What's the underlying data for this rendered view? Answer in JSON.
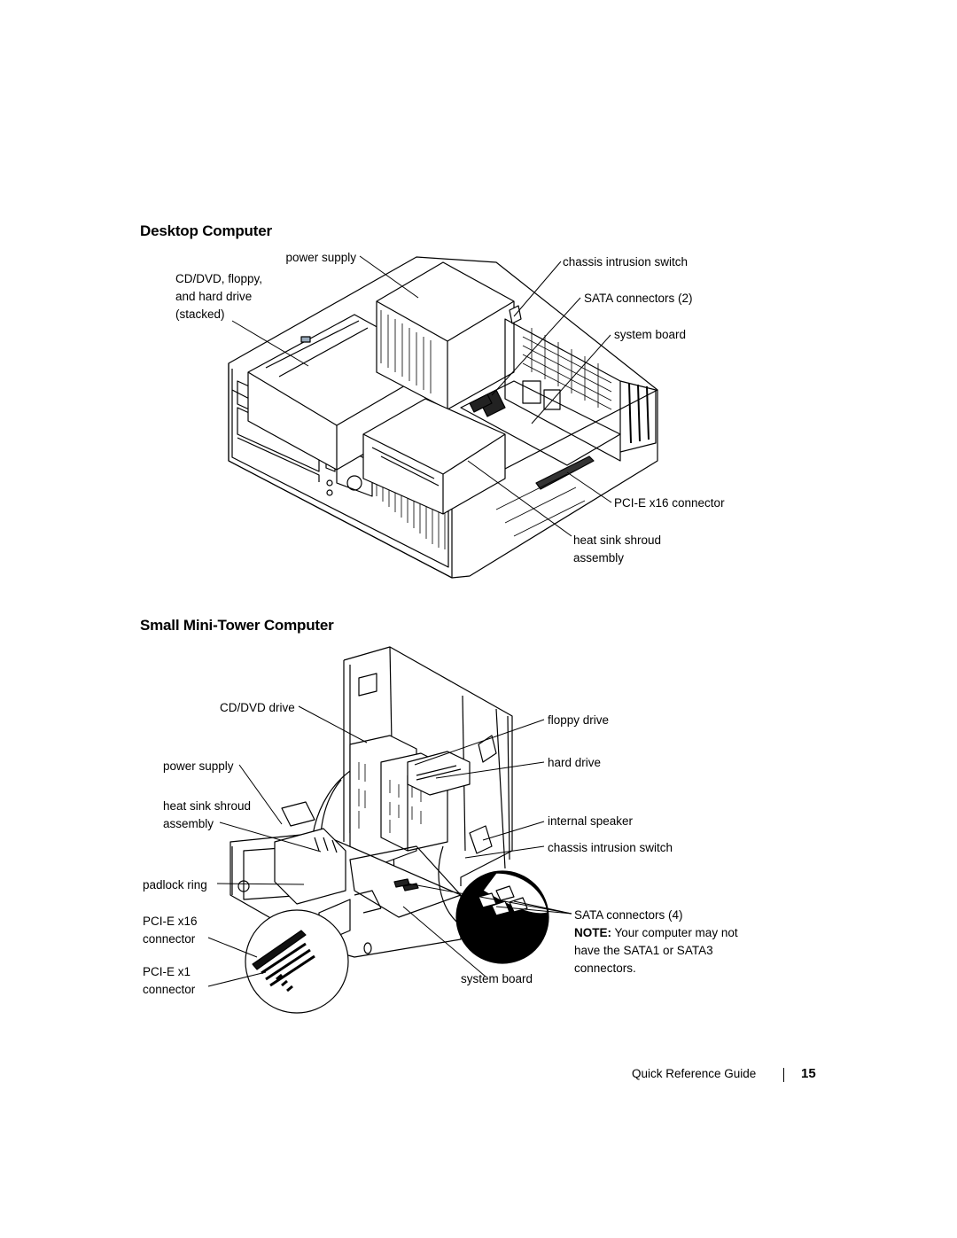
{
  "sections": {
    "desktop": {
      "title": "Desktop Computer",
      "labels": {
        "power_supply": "power supply",
        "cd_dvd_1": "CD/DVD, floppy,",
        "cd_dvd_2": "and hard drive",
        "cd_dvd_3": "(stacked)",
        "chassis_switch": "chassis intrusion switch",
        "sata": "SATA connectors (2)",
        "system_board": "system board",
        "pcie16": "PCI-E x16 connector",
        "heatsink_1": "heat sink shroud",
        "heatsink_2": "assembly"
      }
    },
    "tower": {
      "title": "Small Mini-Tower Computer",
      "labels": {
        "cd_dvd": "CD/DVD drive",
        "power_supply": "power supply",
        "heatsink_1": "heat sink shroud",
        "heatsink_2": "assembly",
        "padlock": "padlock ring",
        "pcie16_1": "PCI-E x16",
        "pcie16_2": "connector",
        "pcie1_1": "PCI-E x1",
        "pcie1_2": "connector",
        "floppy": "floppy drive",
        "hard_drive": "hard drive",
        "speaker": "internal speaker",
        "chassis_switch": "chassis intrusion switch",
        "sata": "SATA connectors (4)",
        "note_label": "NOTE:",
        "note_1": " Your computer may not",
        "note_2": "have the SATA1 or SATA3",
        "note_3": "connectors.",
        "system_board": "system board"
      }
    }
  },
  "footer": {
    "guide": "Quick Reference Guide",
    "page": "15"
  }
}
